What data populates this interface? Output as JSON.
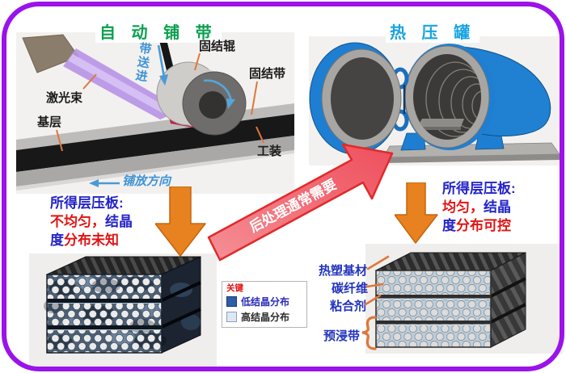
{
  "frame": {
    "border_color": "#9b12ea"
  },
  "atl": {
    "title": "自 动 铺 带",
    "title_color": "#0ba04f",
    "labels": {
      "laser_beam": "激光束",
      "base_layer": "基层",
      "consolidation_roller": "固结辊",
      "consolidation_tape": "固结带",
      "tooling": "工装"
    },
    "feed_text": "带送进",
    "lay_direction_text": "铺放方向",
    "note_color": "#3f93d6"
  },
  "autoclave": {
    "title": "热 压 罐",
    "title_color": "#17a3e2"
  },
  "process_arrow": {
    "label": "后处理通常需要",
    "fill": "#f2747d",
    "border": "#e02a2a"
  },
  "left_result": {
    "line1": "所得层压板:",
    "line2_red": "不均匀，",
    "line2_blue": "结晶",
    "line3_blue": "度",
    "line3_red": "分布未知"
  },
  "right_result": {
    "line1": "所得层压板:",
    "line2_red": "均匀，",
    "line2_blue": "结晶",
    "line3_blue": "度",
    "line3_red": "分布可控"
  },
  "legend": {
    "title": "关键",
    "items": [
      {
        "label": "低结晶分布",
        "color": "#2e5ea8",
        "style": "background:#2e5ea8;border:1px solid #16386e;"
      },
      {
        "label": "高结晶分布",
        "color": "#dce8f4",
        "style": "background:#dce8f4;border:1px solid #8fa0b2;"
      }
    ]
  },
  "laminate_labels": {
    "thermoplastic_matrix": "热塑基材",
    "carbon_fiber": "碳纤维",
    "binder": "粘合剂",
    "prepreg_tape": "预浸带"
  },
  "colors": {
    "down_arrow_orange": "#e8811f",
    "label_blue": "#2233bb",
    "label_red": "#e01414",
    "leader_orange": "#e0763a",
    "low_cryst_matrix": "#47617d",
    "high_cryst_matrix": "#b9cfe0"
  }
}
